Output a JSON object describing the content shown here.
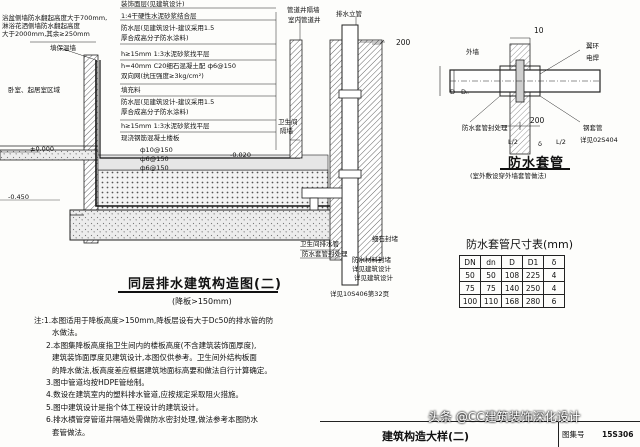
{
  "left_labels": {
    "top": [
      "浴盆侧墙防水翻起高度大于700mm,",
      "淋浴花洒侧墙防水翻起高度",
      "大于2000mm,其余≥250mm"
    ],
    "insulation_wall": "填保温墙",
    "room": "卧室、起居室区域",
    "elev_top": "±0.000",
    "elev_bottom": "-0.450"
  },
  "layer_labels": [
    "装饰面层(见建筑设计)",
    "1:4干硬性水泥砂浆结合层",
    "防水层(见建筑设计-建议采用1.5",
    "厚合成高分子防水涂料)",
    "h≥15mm 1:3水泥砂浆找平层",
    "h=40mm C20细石混凝土配 ф6@150",
    "双向网(抗压强度≥3kg/cm²)",
    "填充料",
    "防水层(见建筑设计-建议采用1.5",
    "厚合成高分子防水涂料)",
    "h≥15mm 1:3水泥砂浆找平层",
    "现浇钢筋混凝土楼板"
  ],
  "rebar_labels": [
    "ф10@150",
    "ф6@150",
    "ф6@150"
  ],
  "mid_labels": {
    "pipe_well_top": "管道井隔墙",
    "pipe_well_bottom": "室内管道井",
    "riser": "排水立管",
    "dim_200": "200",
    "wall_label": [
      "卫生间",
      "隔墙"
    ],
    "elev_mid": "-0.020",
    "drain_label": [
      "卫生间排水管",
      "防水套管封处理"
    ],
    "filler_label": [
      "防水材料封堵",
      "详见建筑设计"
    ],
    "floor_drain": "细石封堵",
    "ref_label": "详见建筑设计",
    "ref_detail": "详见10S406第32页"
  },
  "section_title": "同层排水建筑构造图(二)",
  "section_subtitle": "(降板>150mm)",
  "sleeve": {
    "top_dims": [
      "10",
      "200"
    ],
    "labels": [
      "翼环",
      "电焊",
      "外墙",
      "防水套管封处理",
      "钢套管",
      "详见02S404"
    ],
    "dim_labels": [
      "D",
      "Dₙ",
      "δ",
      "L/2",
      "L/2"
    ],
    "title": "防水套管",
    "subtitle": "(室外敷设穿外墙套管做法)"
  },
  "dims_table": {
    "title": "防水套管尺寸表(mm)",
    "headers": [
      "DN",
      "dn",
      "D",
      "D1",
      "δ"
    ],
    "rows": [
      [
        "50",
        "50",
        "108",
        "225",
        "4"
      ],
      [
        "75",
        "75",
        "140",
        "250",
        "4"
      ],
      [
        "100",
        "110",
        "168",
        "280",
        "6"
      ]
    ]
  },
  "notes": [
    "注:1.本图适用于降板高度>150mm,降板层设有大于Dc50的排水管的防",
    "水做法。",
    "2.本图集降板高度指卫生间内的楼板高度(不含建筑装饰面厚度),",
    "建筑装饰面厚度见建筑设计,本图仅供参考。卫生间外结构板面",
    "的降水做法,板高度差应根据建筑地面标高要和做法自行计算确定。",
    "3.图中管道均按HDPE管绘制。",
    "4.数设在建筑室内的塑料排水管道,应按规定采取阻火措施。",
    "5.图中建筑设计是指个体工程设计的建筑设计。",
    "6.排水横管穿管道井隔墙处需做防水密封处理,做法参考本图防水",
    "套管做法。"
  ],
  "footer": {
    "title": "建筑构造大样(二)",
    "label": "图集号",
    "code": "15S306",
    "watermark": "头条 @CC建筑装饰深化设计"
  }
}
